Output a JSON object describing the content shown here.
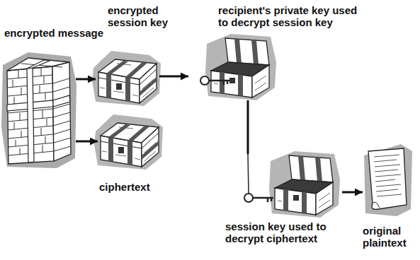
{
  "diagram": {
    "nodes": [
      {
        "text": [
          "encrypted message"
        ]
      },
      {
        "text": [
          "encrypted session key"
        ]
      },
      {
        "text": [
          "ciphertext"
        ]
      },
      {
        "text": [
          "recipient's private key used to decrypt session key"
        ]
      },
      {
        "text": [
          "session key used to decrypt ciphertext"
        ]
      },
      {
        "text": [
          "original plaintext"
        ]
      }
    ],
    "edges": [
      {
        "from": 0,
        "to": 1,
        "arrow": "to"
      },
      {
        "from": 0,
        "to": 2,
        "arrow": "to"
      },
      {
        "from": 1,
        "to": 3,
        "arrow": "to"
      },
      {
        "from": 3,
        "to": 4,
        "arrow": "none"
      },
      {
        "from": 4,
        "to": 5,
        "arrow": "to"
      }
    ]
  }
}
